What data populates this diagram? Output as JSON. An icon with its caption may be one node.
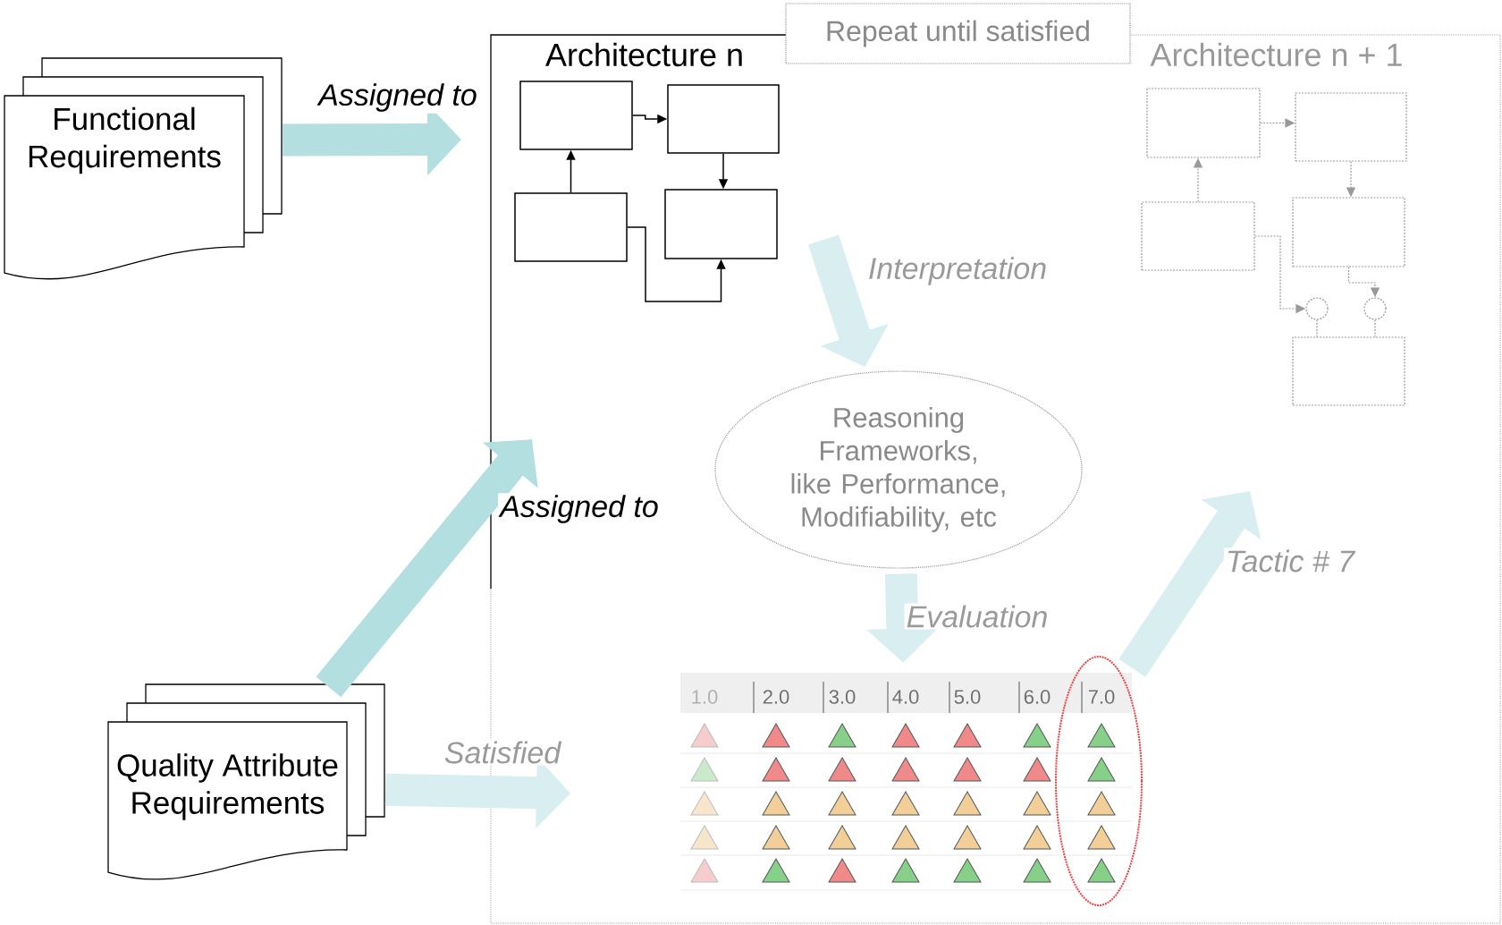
{
  "diagram": {
    "nodes": [
      {
        "text": [
          "Functional Requirements"
        ]
      },
      {
        "text": [
          "Quality Attribute Requirements"
        ]
      },
      {
        "text": [
          "Repeat until satisfied"
        ]
      },
      {
        "text": [],
        "shape": "box"
      },
      {
        "text": [],
        "shape": "box"
      },
      {
        "text": [],
        "shape": "box"
      },
      {
        "text": [],
        "shape": "box"
      },
      {
        "text": [],
        "shape": "box"
      },
      {
        "text": [],
        "shape": "box"
      },
      {
        "text": [],
        "shape": "box"
      },
      {
        "text": [],
        "shape": "box"
      },
      {
        "text": [],
        "shape": "circle"
      },
      {
        "text": [],
        "shape": "circle"
      },
      {
        "text": [],
        "shape": "box"
      },
      {
        "text": [
          "Reasoning Frameworks, like Performance, Modifiability, etc"
        ]
      },
      {
        "text": [
          "1.0",
          "2.0",
          "3.0",
          "4.0",
          "5.0",
          "6.0",
          "7.0"
        ]
      }
    ],
    "edges": [
      {
        "from": 3,
        "to": 4,
        "arrow": "to",
        "color": "#000000"
      },
      {
        "from": 4,
        "to": 6,
        "arrow": "to",
        "color": "#000000"
      },
      {
        "from": 5,
        "to": 3,
        "arrow": "to",
        "color": "#000000"
      },
      {
        "from": 5,
        "to": 6,
        "arrow": "to",
        "color": "#000000"
      },
      {
        "from": 7,
        "to": 8,
        "arrow": "to",
        "style": "dashed",
        "color": "#999999"
      },
      {
        "from": 8,
        "to": 10,
        "arrow": "to",
        "style": "dashed",
        "color": "#999999"
      },
      {
        "from": 9,
        "to": 7,
        "arrow": "to",
        "style": "dashed",
        "color": "#999999"
      },
      {
        "from": 9,
        "to": 11,
        "arrow": "to",
        "style": "dashed",
        "color": "#999999"
      },
      {
        "from": 10,
        "to": 12,
        "arrow": "to",
        "style": "dashed",
        "color": "#999999"
      },
      {
        "from": 11,
        "to": 13,
        "arrow": "none",
        "style": "dashed",
        "color": "#999999"
      },
      {
        "from": 12,
        "to": 13,
        "arrow": "none",
        "style": "dashed",
        "color": "#999999"
      },
      {
        "from": 0,
        "to": null,
        "arrow": "to",
        "label": "Assigned to",
        "style": "thick",
        "color": "#b3dfe0"
      },
      {
        "from": 1,
        "to": null,
        "arrow": "to",
        "label": "Assigned to",
        "style": "thick",
        "color": "#b3dfe0"
      },
      {
        "from": null,
        "to": 14,
        "arrow": "to",
        "label": "Interpretation",
        "style": "thick",
        "color": "#d8eef1"
      },
      {
        "from": 14,
        "to": 15,
        "arrow": "to",
        "label": "Evaluation",
        "style": "thick",
        "color": "#d8eef1"
      },
      {
        "from": 1,
        "to": null,
        "arrow": "to",
        "label": "Satisfied",
        "style": "thick",
        "color": "#d8eef1"
      },
      {
        "from": 15,
        "to": null,
        "arrow": "to",
        "label": "Tactic # 7",
        "style": "thick",
        "color": "#d8eef1"
      }
    ],
    "labels": [
      "Architecture n",
      "Architecture n + 1"
    ]
  }
}
